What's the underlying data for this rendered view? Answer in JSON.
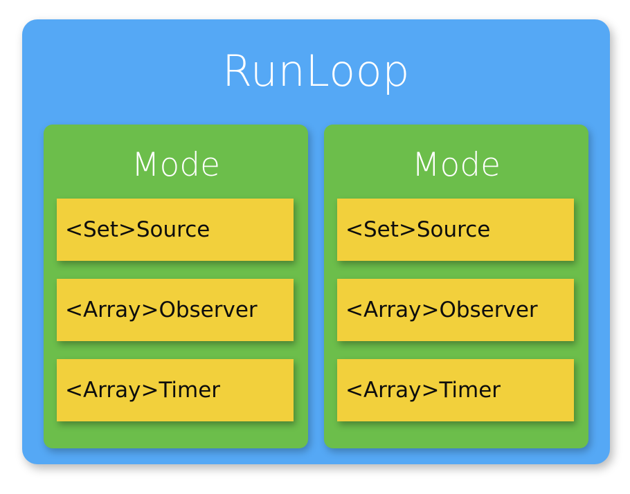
{
  "diagram": {
    "title": "RunLoop",
    "colors": {
      "background": "#ffffff",
      "runloop": "#55a8f5",
      "mode": "#6cbe4b",
      "item": "#f2d03c",
      "title_text": "#ffffff",
      "item_text": "#0d0d0d"
    },
    "modes": [
      {
        "title": "Mode",
        "items": [
          {
            "label": "<Set>Source"
          },
          {
            "label": "<Array>Observer"
          },
          {
            "label": "<Array>Timer"
          }
        ]
      },
      {
        "title": "Mode",
        "items": [
          {
            "label": "<Set>Source"
          },
          {
            "label": "<Array>Observer"
          },
          {
            "label": "<Array>Timer"
          }
        ]
      }
    ]
  }
}
